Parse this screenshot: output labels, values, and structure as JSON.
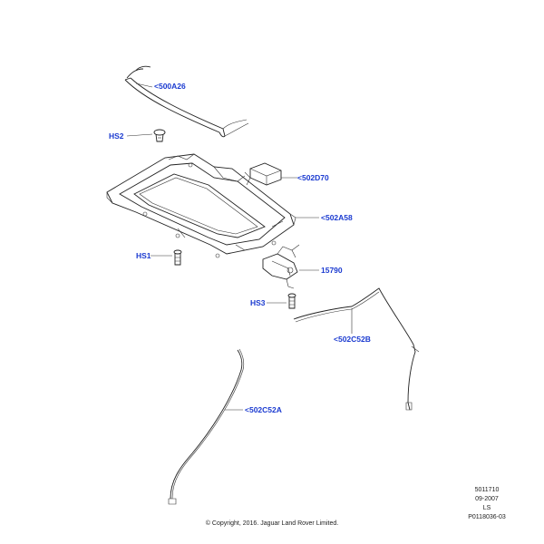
{
  "callouts": [
    {
      "id": "c1",
      "label": "<500A26"
    },
    {
      "id": "c2",
      "label": "HS2"
    },
    {
      "id": "c3",
      "label": "<502D70"
    },
    {
      "id": "c4",
      "label": "<502A58"
    },
    {
      "id": "c5",
      "label": "HS1"
    },
    {
      "id": "c6",
      "label": "15790"
    },
    {
      "id": "c7",
      "label": "HS3"
    },
    {
      "id": "c8",
      "label": "<502C52B"
    },
    {
      "id": "c9",
      "label": "<502C52A"
    }
  ],
  "meta": {
    "ref1": "5011710",
    "date": "09-2007",
    "code": "LS",
    "illustration": "P0118036-03"
  },
  "copyright": "© Copyright, 2016. Jaguar Land Rover Limited."
}
